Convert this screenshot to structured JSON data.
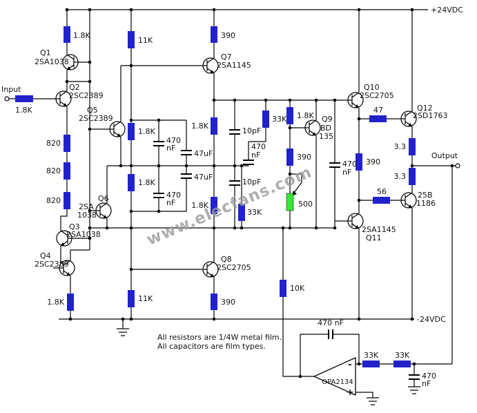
{
  "rails": {
    "positive": "+24VDC",
    "negative": "-24VDC"
  },
  "ports": {
    "input": "Input",
    "output": "Output"
  },
  "watermark": "www.elecfans.com",
  "notes": {
    "line1": "All resistors are 1/4W metal film.",
    "line2": "All capacitors are film types."
  },
  "opamp": {
    "part": "OPA2134",
    "inverting": "-",
    "non_inverting": "+"
  },
  "transistors": {
    "q1": {
      "ref": "Q1",
      "part": "2SA1038"
    },
    "q2": {
      "ref": "Q2",
      "part": "2SC2389"
    },
    "q3": {
      "ref": "Q3",
      "part": "2SA1038"
    },
    "q4": {
      "ref": "Q4",
      "part": "2SC2389"
    },
    "q5": {
      "ref": "Q5",
      "part": "2SC2389"
    },
    "q6": {
      "ref": "Q6",
      "part1": "2SA",
      "part2": "1038"
    },
    "q7": {
      "ref": "Q7",
      "part": "2SA1145"
    },
    "q8": {
      "ref": "Q8",
      "part": "2SC2705"
    },
    "q9": {
      "ref": "Q9",
      "part1": "BD",
      "part2": "135"
    },
    "q10": {
      "ref": "Q10",
      "part": "2SC2705"
    },
    "q11": {
      "ref": "Q11",
      "part": "2SA1145"
    },
    "q12": {
      "ref": "Q12",
      "part": "2SD1763"
    },
    "q13": {
      "part1": "25B",
      "part2": "1186"
    }
  },
  "resistors": {
    "r_input": "1.8K",
    "r_q1_load": "1.8K",
    "r_11k_top": "11K",
    "r_390_top": "390",
    "r_820_1": "820",
    "r_820_2": "820",
    "r_820_3": "820",
    "r_18k_ml_top": "1.8K",
    "r_18k_ml_bot": "1.8K",
    "r_18k_mr_top": "1.8K",
    "r_18k_mr_bot": "1.8K",
    "r_33k_top": "33K",
    "r_33k_mid": "33K",
    "r_bias_18k": "1.8K",
    "r_bias_390": "390",
    "r_47": "47",
    "r_390_drv": "390",
    "r_33_top": "3.3",
    "r_33_bot": "3.3",
    "r_56": "56",
    "r_10k": "10K",
    "r_11k_bot": "11K",
    "r_390_bot": "390",
    "r_18k_bl": "1.8K",
    "r_33k_fb1": "33K",
    "r_33k_fb2": "33K"
  },
  "capacitors": {
    "c_470n_ml_top": {
      "l1": "470",
      "l2": "nF"
    },
    "c_47u_top": {
      "l1": "47uF"
    },
    "c_47u_bot": {
      "l1": "47uF"
    },
    "c_470n_ml_bot": {
      "l1": "470",
      "l2": "nF"
    },
    "c_10p_top": {
      "l1": "10pF"
    },
    "c_470n_mid": {
      "l1": "470",
      "l2": "nF"
    },
    "c_10p_bot": {
      "l1": "10pF"
    },
    "c_470n_right": {
      "l1": "470",
      "l2": "nF"
    },
    "c_470n_servo": {
      "l1": "470 nF"
    },
    "c_470n_out": {
      "l1": "470",
      "l2": "nF"
    }
  },
  "potentiometer": {
    "value": "500"
  },
  "colors": {
    "resistor": "#2222cc",
    "potentiometer": "#35e835",
    "wire": "#000000",
    "watermark": "#9a9a9a",
    "background": "#ffffff"
  }
}
